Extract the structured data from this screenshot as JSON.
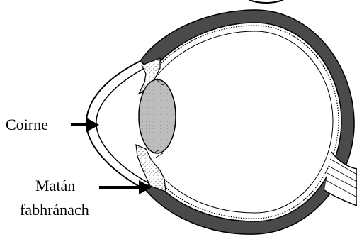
{
  "labels": {
    "cornea": "Coirne",
    "ciliary_line1": "Matán",
    "ciliary_line2": "fabhránach"
  },
  "colors": {
    "outline": "#000000",
    "sclera": "#4a4a4a",
    "lens": "#bdbdbd",
    "background": "#ffffff"
  }
}
